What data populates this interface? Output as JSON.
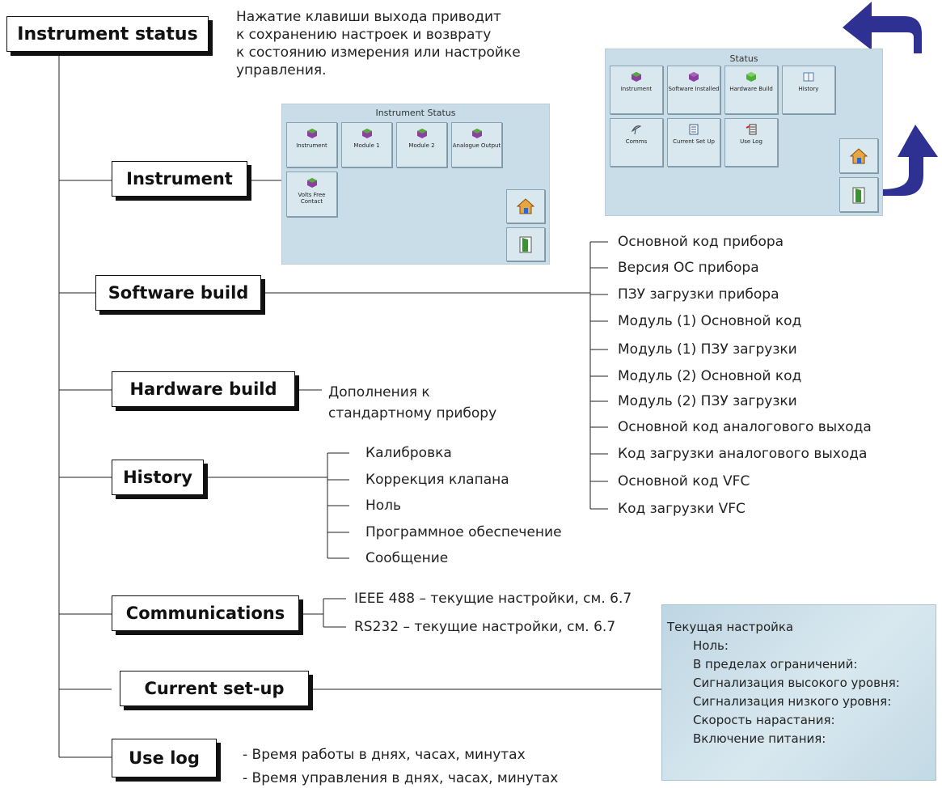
{
  "tree": {
    "root": "Instrument status",
    "items": [
      "Instrument",
      "Software build",
      "Hardware build",
      "History",
      "Communications",
      "Current set-up",
      "Use log"
    ]
  },
  "exit_note": [
    "Нажатие клавиши выхода приводит",
    "к сохранению настроек  и возврату",
    "к состоянию измерения или настройке",
    "управления."
  ],
  "status_screen": {
    "title": "Status",
    "tiles": [
      {
        "label": "Instrument",
        "icon": "cube-icon"
      },
      {
        "label": "Software Installed",
        "icon": "cube-icon"
      },
      {
        "label": "Hardware Build",
        "icon": "cube-icon"
      },
      {
        "label": "History",
        "icon": "book-icon"
      },
      {
        "label": "Comms",
        "icon": "satellite-dish-icon"
      },
      {
        "label": "Current Set Up",
        "icon": "list-icon"
      },
      {
        "label": "Use Log",
        "icon": "log-icon"
      }
    ],
    "home_icon": "home-icon",
    "exit_icon": "exit-door-icon"
  },
  "instrument_screen": {
    "title": "Instrument Status",
    "tiles": [
      {
        "label": "Instrument",
        "icon": "cube-icon"
      },
      {
        "label": "Module 1",
        "icon": "cube-icon"
      },
      {
        "label": "Module 2",
        "icon": "cube-icon"
      },
      {
        "label": "Analogue Output",
        "icon": "cube-icon"
      },
      {
        "label": "Volts Free Contact",
        "icon": "cube-icon"
      }
    ],
    "home_icon": "home-icon",
    "exit_icon": "exit-door-icon"
  },
  "software_items": [
    "Основной код прибора",
    "Версия ОС прибора",
    "ПЗУ загрузки прибора",
    "Модуль (1) Основной код",
    "Модуль (1) ПЗУ загрузки",
    "Модуль (2) Основной код",
    "Модуль (2) ПЗУ загрузки",
    "Основной код аналогового выхода",
    "Код загрузки аналогового выхода",
    "Основной код VFC",
    "Код загрузки VFC"
  ],
  "hardware_note": [
    "Дополнения к",
    "стандартному прибору"
  ],
  "history_items": [
    "Калибровка",
    "Коррекция клапана",
    "Ноль",
    "Программное обеспечение",
    "Сообщение"
  ],
  "comms_items": [
    "IEEE 488 – текущие настройки, см. 6.7",
    "RS232 – текущие настройки, см. 6.7"
  ],
  "setup_panel": {
    "title": "Текущая настройка",
    "items": [
      "Ноль:",
      "В пределах ограничений:",
      "Сигнализация высокого уровня:",
      "Сигнализация низкого уровня:",
      "Скорость нарастания:",
      "Включение питания:"
    ]
  },
  "use_log_items": [
    "- Время работы в днях, часах, минутах",
    "- Время управления в днях, часах, минутах"
  ],
  "colors": {
    "arrow": "#2e3192",
    "screen_bg": "#c9dde8",
    "cube": "#8b3f9e"
  }
}
